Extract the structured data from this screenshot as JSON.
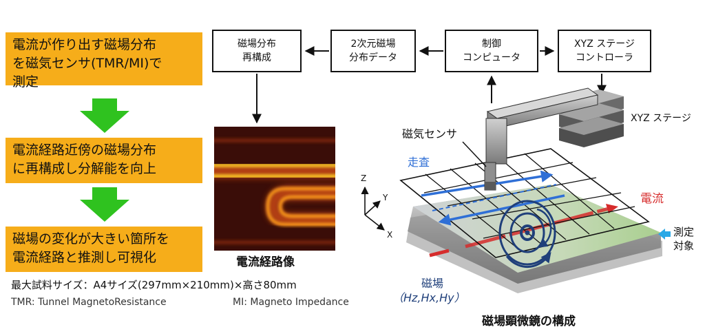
{
  "flow": {
    "steps": [
      {
        "line1": "電流が作り出す磁場分布",
        "line2": "を磁気センサ(TMR/MI)で",
        "line3": "測定"
      },
      {
        "line1": "電流経路近傍の磁場分布",
        "line2": "に再構成し分解能を向上",
        "line3": ""
      },
      {
        "line1": "磁場の変化が大きい箇所を",
        "line2": "電流経路と推測し可視化",
        "line3": ""
      }
    ],
    "arrow_color": "#2fc21f",
    "box_color": "#f6ad1a"
  },
  "notes": {
    "max_sample": "最大試料サイズ：A4サイズ(297mm×210mm)×高さ80mm",
    "tmr": "TMR: Tunnel MagnetoResistance",
    "mi": "MI: Magneto Impedance"
  },
  "blocks": [
    {
      "line1": "磁場分布",
      "line2": "再構成"
    },
    {
      "line1": "2次元磁場",
      "line2": "分布データ"
    },
    {
      "line1": "制御",
      "line2": "コンピュータ"
    },
    {
      "line1": "XYZ ステージ",
      "line2": "コントローラ"
    }
  ],
  "image_caption": "電流経路像",
  "labels": {
    "stage": "XYZ ステージ",
    "sensor": "磁気センサ",
    "scan": "走査",
    "current": "電流",
    "target_line1": "測定",
    "target_line2": "対象",
    "field": "磁場",
    "field_components": "（Hz,Hx,Hy）",
    "axis_z": "Z",
    "axis_y": "Y",
    "axis_x": "X"
  },
  "diagram_caption": "磁場顕微鏡の構成",
  "colors": {
    "scan_blue": "#2f6fd6",
    "current_red": "#d62c2c",
    "field_navy": "#1f3f7a",
    "target_arrow": "#29a8e6"
  }
}
